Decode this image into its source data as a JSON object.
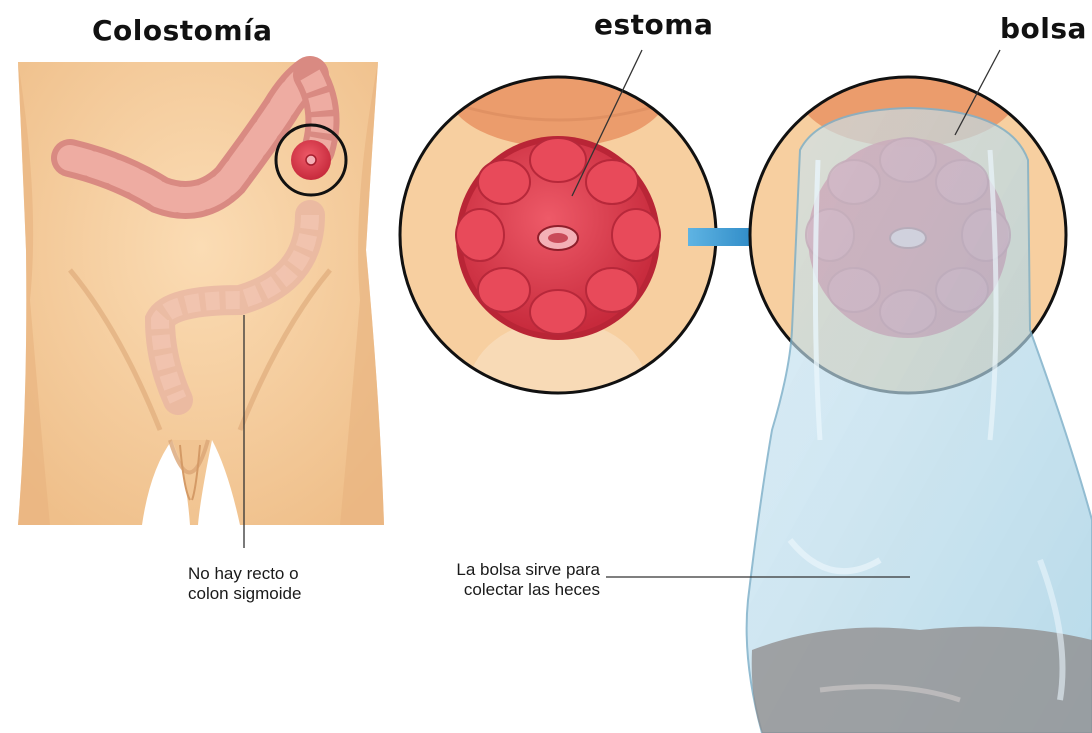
{
  "titles": {
    "main": "Colostomía",
    "stoma": "estoma",
    "bag": "bolsa"
  },
  "annotations": {
    "no_rectum": [
      "No hay recto o",
      "colon sigmoide"
    ],
    "bag_purpose": [
      "La bolsa sirve para",
      "colectar las heces"
    ]
  },
  "colors": {
    "skin": "#f5cc9c",
    "skin_shadow": "#e5ad78",
    "colon": "#e9a49a",
    "stoma": "#d93347",
    "stoma_dark": "#a51f2e",
    "bag": "#a8d2e6",
    "bag_contents": "#8e8a8a",
    "arrow": "#1f86c6",
    "outline": "#111111"
  }
}
